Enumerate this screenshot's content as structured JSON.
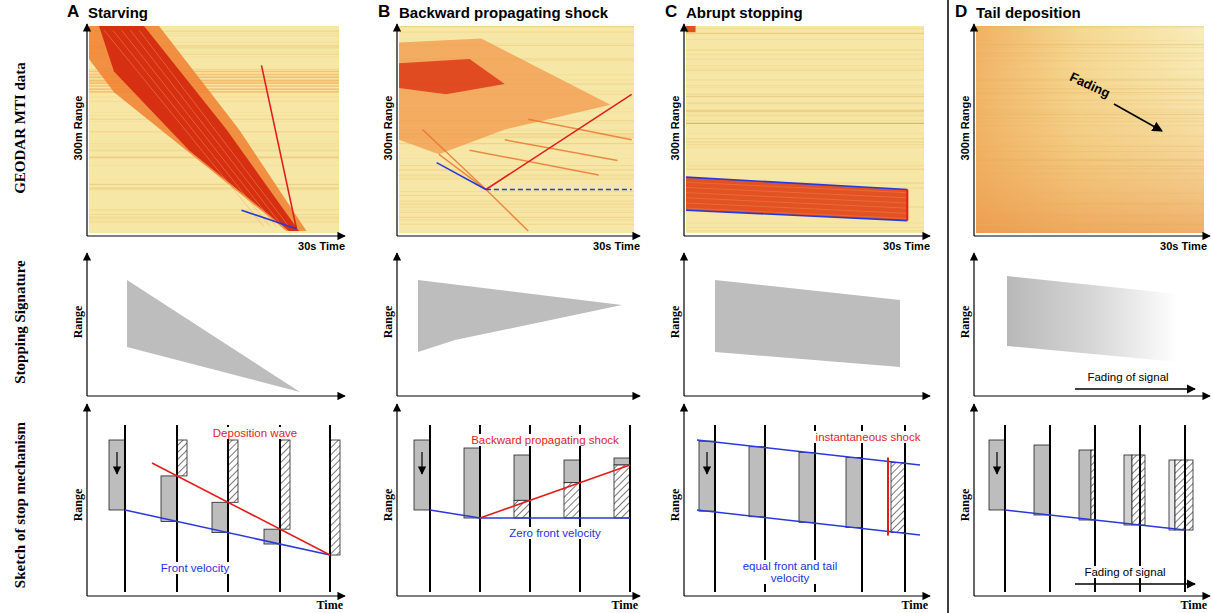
{
  "diagram": {
    "labels": [
      "A",
      "Starving",
      "B",
      "Backward propagating shock",
      "C",
      "Abrupt stopping",
      "D",
      "Tail deposition",
      "GEODAR MTI data",
      "Stopping Signature",
      "Sketch of stop mechanism",
      "300m Range",
      "30s Time",
      "300m Range",
      "30s Time",
      "300m Range",
      "30s Time",
      "300m Range",
      "30s Time",
      "Fading",
      "Range",
      "Range",
      "Range",
      "Range",
      "Fading of signal",
      "Range",
      "Time",
      "Deposition wave",
      "Front velocity",
      "Range",
      "Time",
      "Backward propagating shock",
      "Zero front velocity",
      "Range",
      "Time",
      "instantaneous shock",
      "equal front and tail velocity",
      "Range",
      "Time",
      "Fading of signal"
    ]
  }
}
